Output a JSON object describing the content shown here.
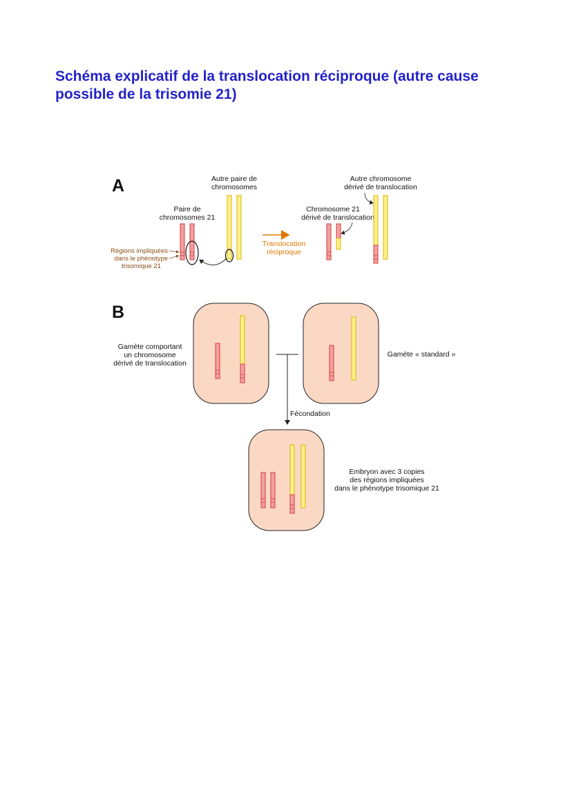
{
  "title": {
    "line1": "Schéma explicatif de la translocation réciproque (autre cause",
    "line2": "possible de la trisomie 21)"
  },
  "panel_a": {
    "letter": "A",
    "other_pair_label": [
      "Autre paire de",
      "chromosomes"
    ],
    "pair21_label": [
      "Paire de",
      "chromosomes 21"
    ],
    "regions_label": [
      "Régions impliquées",
      "dans le phénotype",
      "trisomique 21"
    ],
    "arrow_label": [
      "Translocation",
      "réciproque"
    ],
    "derived_other_label": [
      "Autre chromosome",
      "dérivé de translocation"
    ],
    "derived21_label": [
      "Chromosome 21",
      "dérivé de translocation"
    ]
  },
  "panel_b": {
    "letter": "B",
    "gamete_left_label": [
      "Gamète comportant",
      "un chromosome",
      "dérivé de translocation"
    ],
    "gamete_right_label": "Gamète « standard »",
    "fertilization_label": "Fécondation",
    "embryo_label": [
      "Embryon avec 3 copies",
      "des régions impliquées",
      "dans le phénotype trisomique 21"
    ]
  },
  "colors": {
    "title": "#2323c8",
    "chr21_fill": "#f4a0a0",
    "chr21_stroke": "#d23c3c",
    "other_fill": "#fff08c",
    "other_stroke": "#d8b400",
    "cell_fill": "#fbd8c4",
    "arrow_orange": "#e07800",
    "regions_brown": "#8a4b10"
  }
}
